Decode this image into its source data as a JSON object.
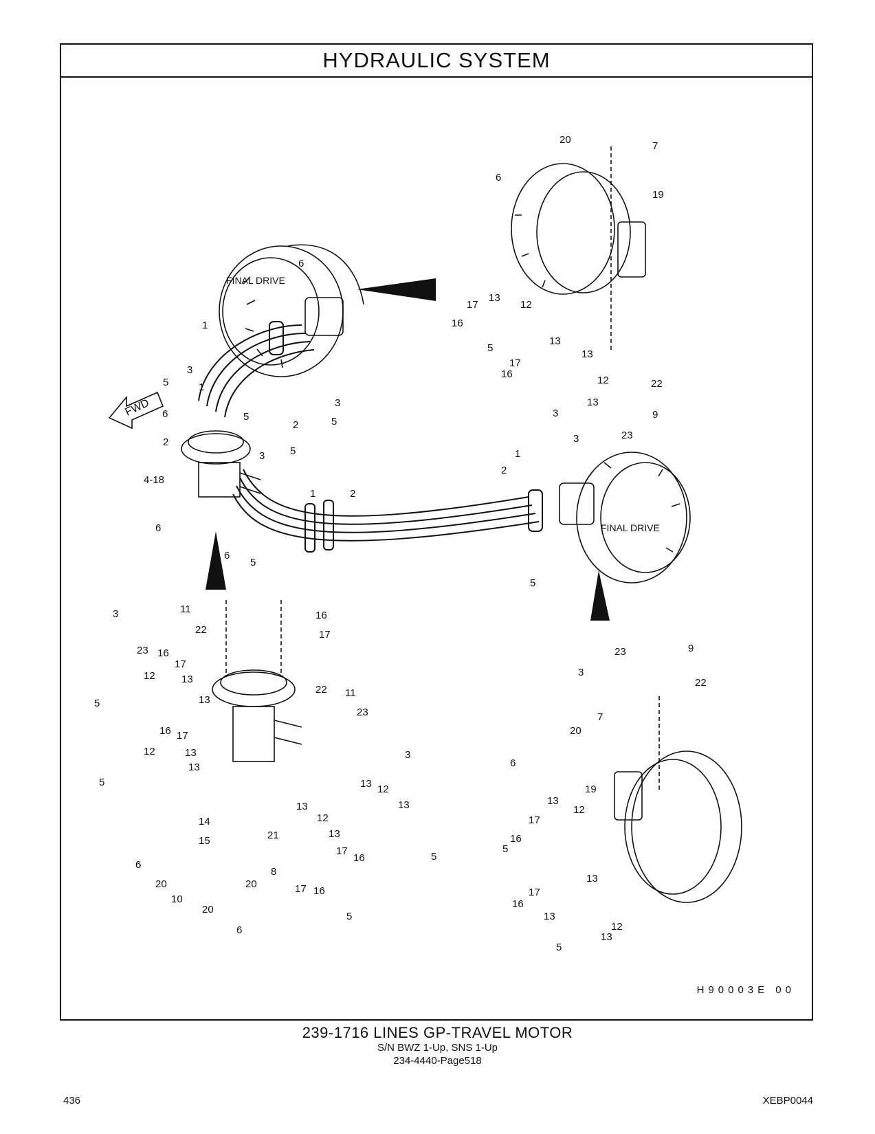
{
  "header": {
    "title": "HYDRAULIC   SYSTEM"
  },
  "diagram": {
    "drawing_code": "H90003E   00",
    "text_labels": {
      "final_drive": "FINAL  DRIVE",
      "fwd": "FWD"
    },
    "part_callouts": [
      "1",
      "2",
      "3",
      "4-18",
      "5",
      "6",
      "7",
      "8",
      "9",
      "10",
      "11",
      "12",
      "13",
      "14",
      "15",
      "16",
      "17",
      "19",
      "20",
      "21",
      "22",
      "23"
    ]
  },
  "caption": {
    "main": "239-1716   LINES  GP-TRAVEL  MOTOR",
    "serials": "S/N BWZ 1-Up, SNS 1-Up",
    "reference": "234-4440-Page518"
  },
  "footer": {
    "page_number": "436",
    "document_id": "XEBP0044"
  }
}
